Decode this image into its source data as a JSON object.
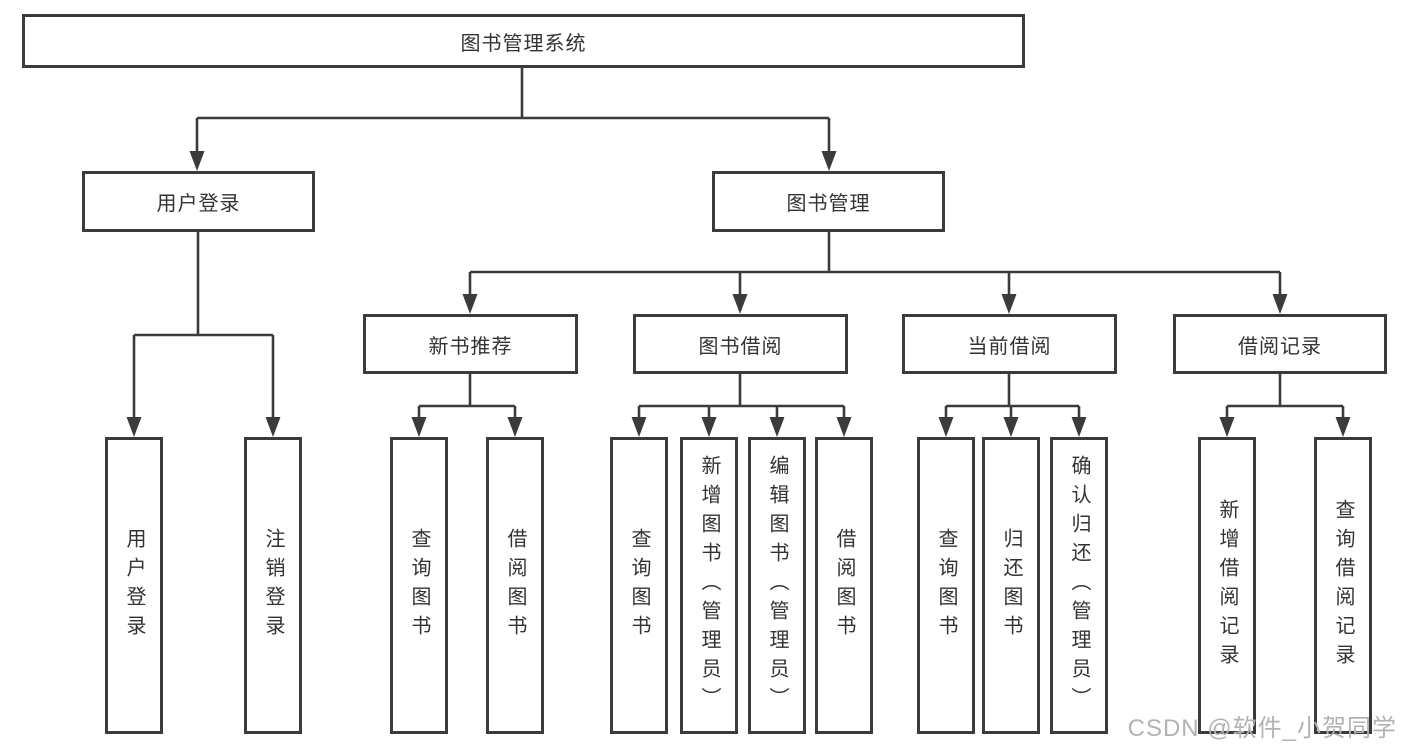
{
  "tree": {
    "label": "图书管理系统",
    "children": [
      {
        "label": "用户登录",
        "children": [
          {
            "label": "用户登录"
          },
          {
            "label": "注销登录"
          }
        ]
      },
      {
        "label": "图书管理",
        "children": [
          {
            "label": "新书推荐",
            "children": [
              {
                "label": "查询图书"
              },
              {
                "label": "借阅图书"
              }
            ]
          },
          {
            "label": "图书借阅",
            "children": [
              {
                "label": "查询图书"
              },
              {
                "label": "新增图书（管理员）"
              },
              {
                "label": "编辑图书（管理员）"
              },
              {
                "label": "借阅图书"
              }
            ]
          },
          {
            "label": "当前借阅",
            "children": [
              {
                "label": "查询图书"
              },
              {
                "label": "归还图书"
              },
              {
                "label": "确认归还（管理员）"
              }
            ]
          },
          {
            "label": "借阅记录",
            "children": [
              {
                "label": "新增借阅记录"
              },
              {
                "label": "查询借阅记录"
              }
            ]
          }
        ]
      }
    ]
  },
  "watermark": {
    "text": "CSDN @软件_小贺同学"
  },
  "colors": {
    "box_border": "#3b3b3b",
    "connector": "#3b3b3b",
    "text": "#333333",
    "watermark": "#b2b2b2",
    "background": "#ffffff"
  }
}
